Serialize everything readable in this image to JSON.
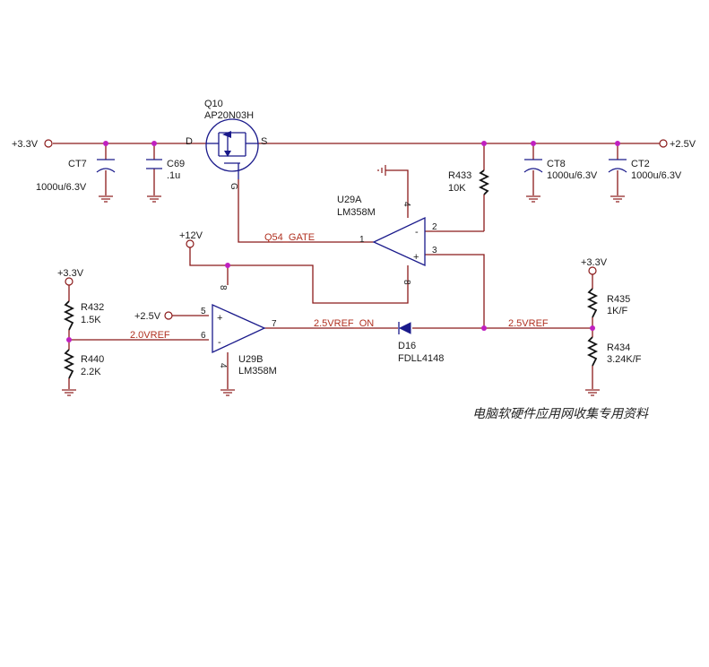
{
  "rails": {
    "v33_in": "+3.3V",
    "v25_out": "+2.5V",
    "v12": "+12V",
    "v25_in": "+2.5V",
    "v33_left": "+3.3V",
    "v33_right": "+3.3V"
  },
  "mosfet": {
    "ref": "Q10",
    "part": "AP20N03H",
    "pin_d": "D",
    "pin_s": "S",
    "pin_g": "G"
  },
  "capacitors": {
    "ct7": {
      "ref": "CT7",
      "value": "1000u/6.3V"
    },
    "c69": {
      "ref": "C69",
      "value": ".1u"
    },
    "ct8": {
      "ref": "CT8",
      "value": "1000u/6.3V"
    },
    "ct2": {
      "ref": "CT2",
      "value": "1000u/6.3V"
    }
  },
  "resistors": {
    "r433": {
      "ref": "R433",
      "value": "10K"
    },
    "r432": {
      "ref": "R432",
      "value": "1.5K"
    },
    "r440": {
      "ref": "R440",
      "value": "2.2K"
    },
    "r435": {
      "ref": "R435",
      "value": "1K/F"
    },
    "r434": {
      "ref": "R434",
      "value": "3.24K/F"
    }
  },
  "opamps": {
    "u29a": {
      "ref": "U29A",
      "part": "LM358M",
      "pin_out": "1",
      "pin_inv": "2",
      "pin_noninv": "3",
      "pin_gnd": "4",
      "pin_vcc": "8",
      "sign_minus": "-",
      "sign_plus": "+"
    },
    "u29b": {
      "ref": "U29B",
      "part": "LM358M",
      "pin_noninv": "5",
      "pin_inv": "6",
      "pin_out": "7",
      "pin_vcc": "8",
      "pin_gnd": "4",
      "sign_minus": "-",
      "sign_plus": "+"
    }
  },
  "diode": {
    "ref": "D16",
    "part": "FDLL4148"
  },
  "nets": {
    "gate": "Q54_GATE",
    "vref_on": "2.5VREF_ON",
    "vref25": "2.5VREF",
    "vref20": "2.0VREF"
  },
  "watermark": "电脑软硬件应用网收集专用资料",
  "colors": {
    "wire": "#8b1a1a",
    "component": "#1a1a8b",
    "junction": "#c020c0",
    "net_label": "#b03020"
  }
}
